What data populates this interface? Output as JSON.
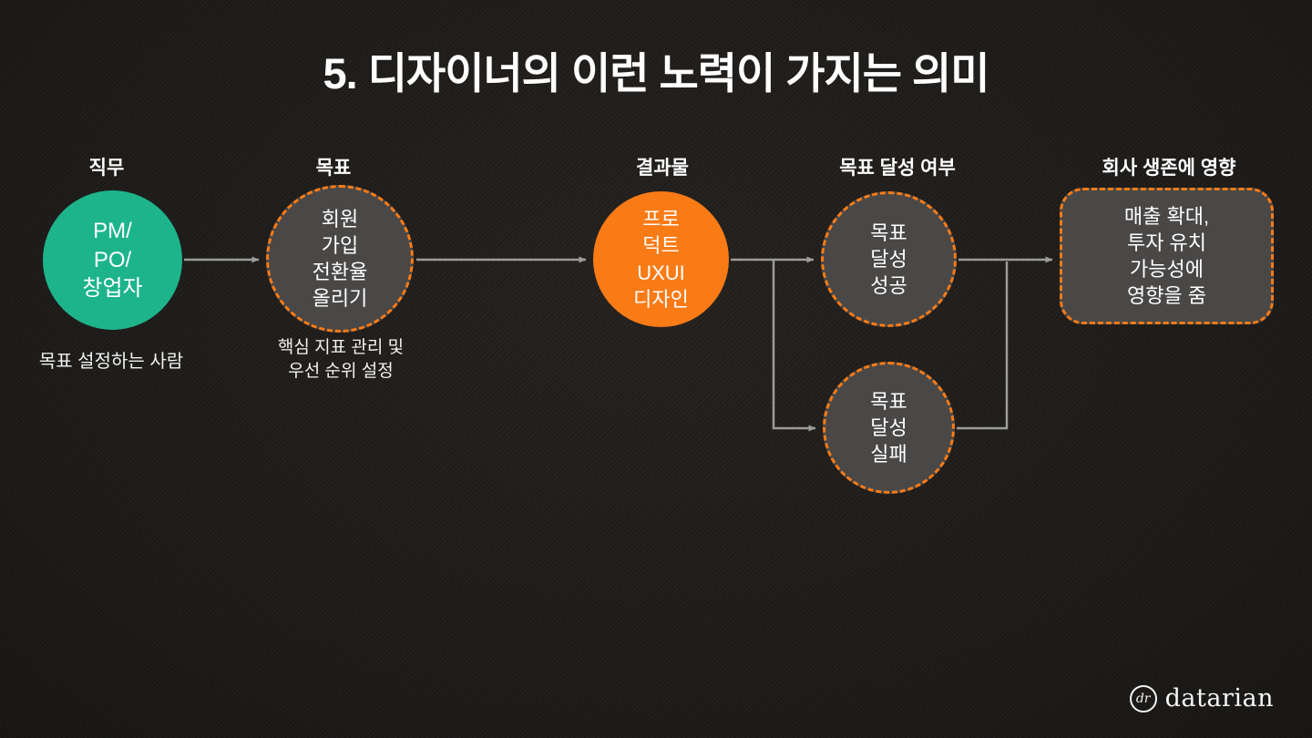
{
  "title": "5. 디자이너의 이런 노력이 가지는 의미",
  "columns": [
    {
      "label": "직무"
    },
    {
      "label": "목표"
    },
    {
      "label": "결과물"
    },
    {
      "label": "목표 달성 여부"
    },
    {
      "label": "회사 생존에 영향"
    }
  ],
  "nodes": {
    "job": {
      "label": "PM/\nPO/\n창업자",
      "caption": "목표 설정하는 사람"
    },
    "goal": {
      "label": "회원\n가입\n전환율\n올리기",
      "caption": "핵심 지표 관리 및\n우선 순위 설정"
    },
    "output": {
      "label": "프로\n덕트\nUXUI\n디자인"
    },
    "success": {
      "label": "목표\n달성\n성공"
    },
    "failure": {
      "label": "목표\n달성\n실패"
    },
    "impact": {
      "label": "매출 확대,\n투자 유치\n가능성에\n영향을 줌"
    }
  },
  "colors": {
    "background": "#1e1c1a",
    "job_circle": "#1db48c",
    "output_circle": "#f97b16",
    "node_fill": "#4a4847",
    "dashed_border": "#f97b16",
    "arrow": "#9c9c9c",
    "text": "#ffffff"
  },
  "footer": {
    "logo_monogram": "dr",
    "logo_text": "datarian"
  }
}
